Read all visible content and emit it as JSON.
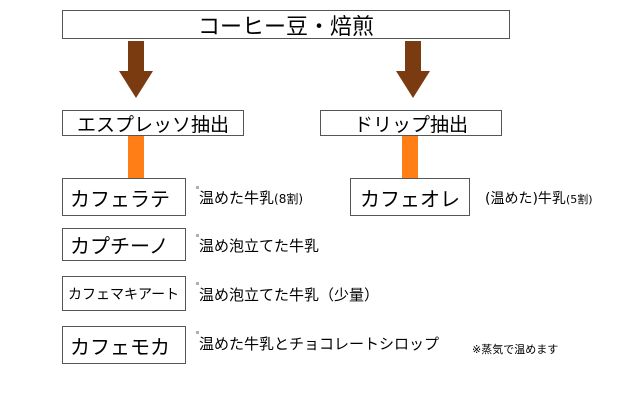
{
  "diagram": {
    "title": "コーヒー豆・焙煎",
    "branches": [
      {
        "label": "エスプレッソ抽出"
      },
      {
        "label": "ドリップ抽出"
      }
    ],
    "espresso_items": [
      {
        "name": "カフェラテ",
        "note": "温めた牛乳",
        "note_small": "(8割)"
      },
      {
        "name": "カプチーノ",
        "note": "温め泡立てた牛乳"
      },
      {
        "name": "カフェマキアート",
        "note": "温め泡立てた牛乳（少量）"
      },
      {
        "name": "カフェモカ",
        "note": "温めた牛乳とチョコレートシロップ"
      }
    ],
    "drip_items": [
      {
        "name": "カフェオレ",
        "note": "(温めた)牛乳",
        "note_small": "(5割)"
      }
    ],
    "footnote": "※蒸気で温めます"
  },
  "colors": {
    "arrow": "#7a3b10",
    "connector": "#ff7f16",
    "border": "#555555"
  }
}
